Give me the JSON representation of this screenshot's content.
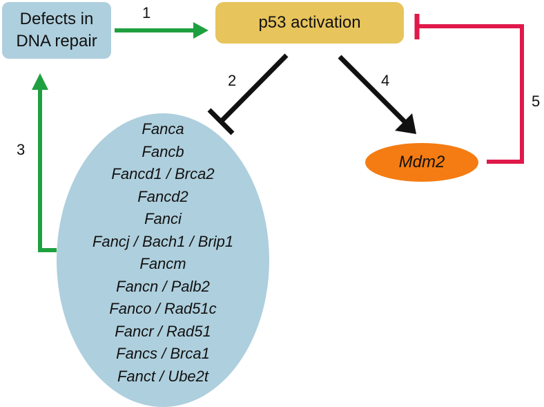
{
  "nodes": {
    "dna_repair": {
      "lines": [
        "Defects in",
        "DNA repair"
      ],
      "color": "#aecfdd"
    },
    "p53": {
      "label": "p53 activation",
      "color": "#e7c45c"
    },
    "mdm2": {
      "label": "Mdm2",
      "color": "#f47c12"
    },
    "fanc_genes": {
      "color": "#aecfdd",
      "items": [
        "Fanca",
        "Fancb",
        "Fancd1 / Brca2",
        "Fancd2",
        "Fanci",
        "Fancj / Bach1 / Brip1",
        "Fancm",
        "Fancn / Palb2",
        "Fanco / Rad51c",
        "Fancr / Rad51",
        "Fancs / Brca1",
        "Fanct / Ube2t"
      ]
    }
  },
  "edges": [
    {
      "label": "1",
      "from": "dna_repair",
      "to": "p53",
      "type": "activation",
      "color": "#1fa040"
    },
    {
      "label": "2",
      "from": "p53",
      "to": "fanc_genes",
      "type": "inhibition",
      "color": "#111111"
    },
    {
      "label": "3",
      "from": "fanc_genes",
      "to": "dna_repair",
      "type": "activation",
      "color": "#1fa040"
    },
    {
      "label": "4",
      "from": "p53",
      "to": "mdm2",
      "type": "activation",
      "color": "#111111"
    },
    {
      "label": "5",
      "from": "mdm2",
      "to": "p53",
      "type": "inhibition",
      "color": "#e0194a"
    }
  ]
}
